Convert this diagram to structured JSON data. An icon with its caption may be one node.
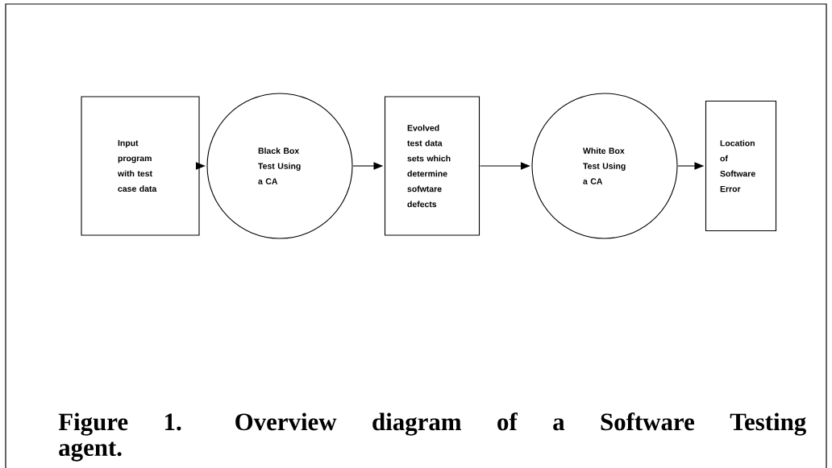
{
  "diagram": {
    "caption": "Figure 1. Overview diagram of a Software Testing agent.",
    "nodes": [
      {
        "text": [
          "Input program with test case data"
        ]
      },
      {
        "text": [
          "Black Box Test Using a CA"
        ]
      },
      {
        "text": [
          "Evolved test data sets which determine sofwtare defects"
        ]
      },
      {
        "text": [
          "White Box Test Using a CA"
        ]
      },
      {
        "text": [
          "Location of Software Error"
        ]
      }
    ],
    "edges": [
      {
        "from": 0,
        "to": 1,
        "arrow": "to"
      },
      {
        "from": 1,
        "to": 2,
        "arrow": "to"
      },
      {
        "from": 2,
        "to": 3,
        "arrow": "to"
      },
      {
        "from": 3,
        "to": 4,
        "arrow": "to"
      }
    ]
  }
}
